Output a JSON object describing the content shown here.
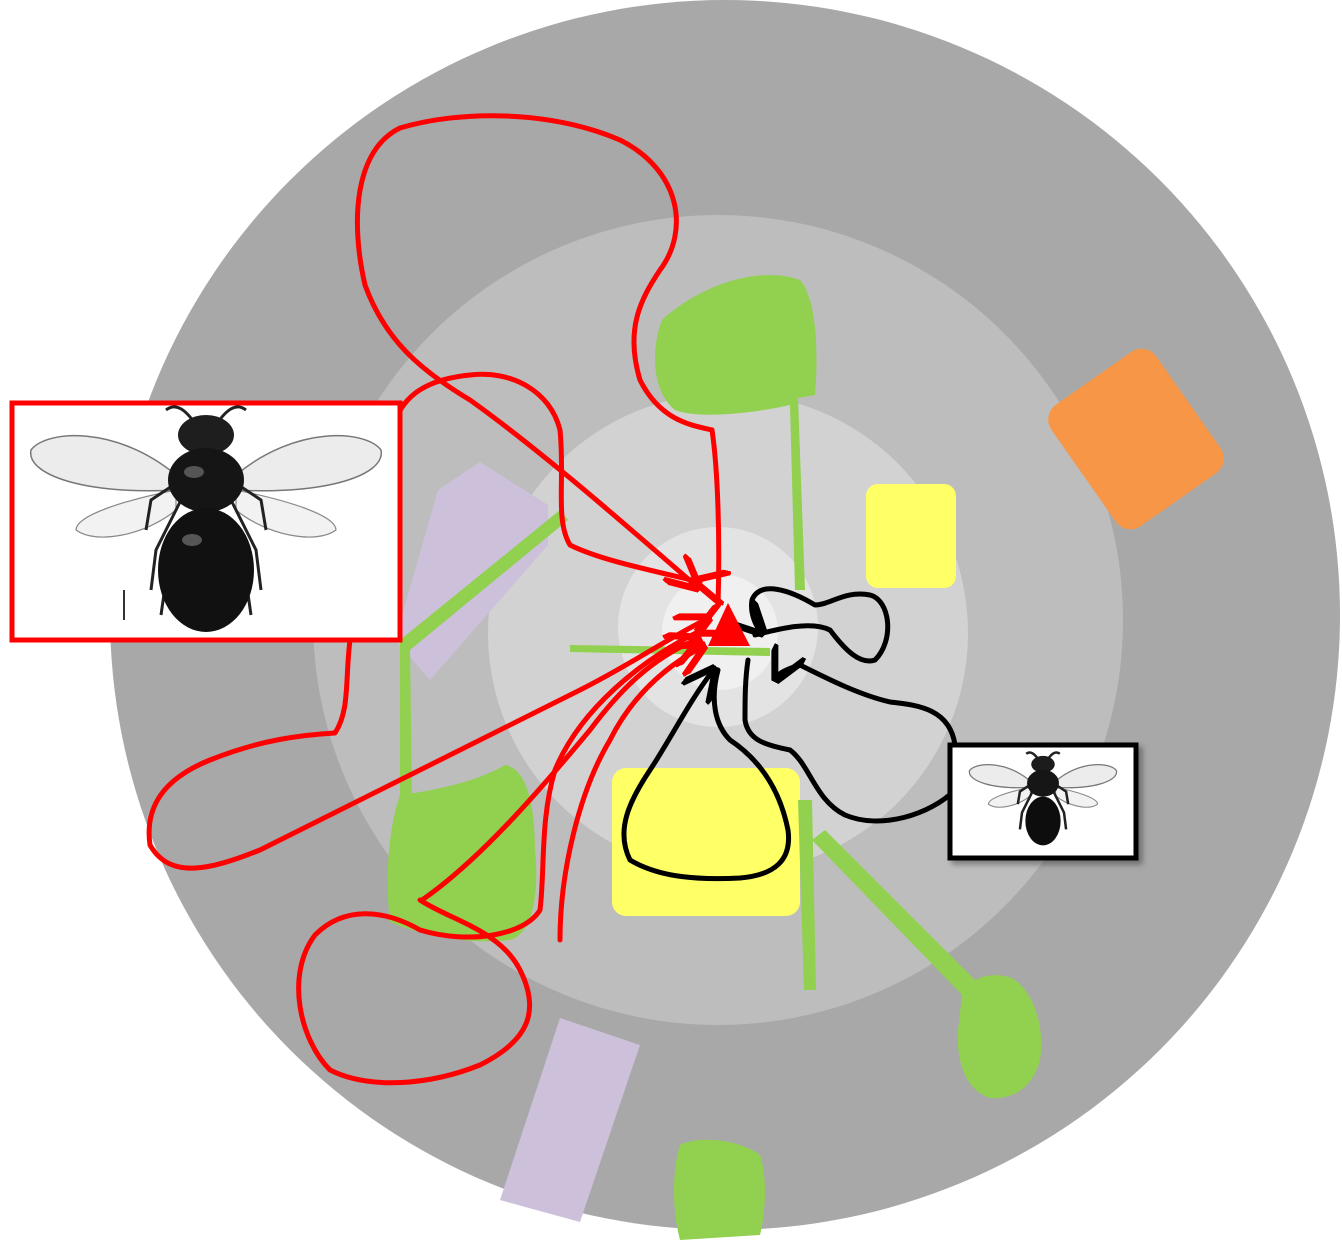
{
  "diagram": {
    "rings": [
      {
        "name": "outer-ring",
        "color": "#a8a8a8"
      },
      {
        "name": "ring-2",
        "color": "#bdbdbd"
      },
      {
        "name": "ring-3",
        "color": "#d2d2d2"
      },
      {
        "name": "ring-4",
        "color": "#e3e3e3"
      },
      {
        "name": "core",
        "color": "#f0f0f0"
      }
    ],
    "nest_marker": {
      "shape": "triangle",
      "color": "#ff0000"
    },
    "patch_colors": {
      "vegetation": "#92d050",
      "yellow": "#ffff66",
      "orange": "#f79646",
      "lavender": "#ccc0da"
    },
    "foraging_paths": [
      {
        "bee": "large-bee",
        "color": "#ff0000"
      },
      {
        "bee": "small-bee",
        "color": "#000000"
      }
    ],
    "bee_images": [
      {
        "name": "large-bee",
        "frame_color": "#ff0000",
        "icon": "bee-illustration"
      },
      {
        "name": "small-bee",
        "frame_color": "#000000",
        "icon": "bee-illustration"
      }
    ]
  }
}
